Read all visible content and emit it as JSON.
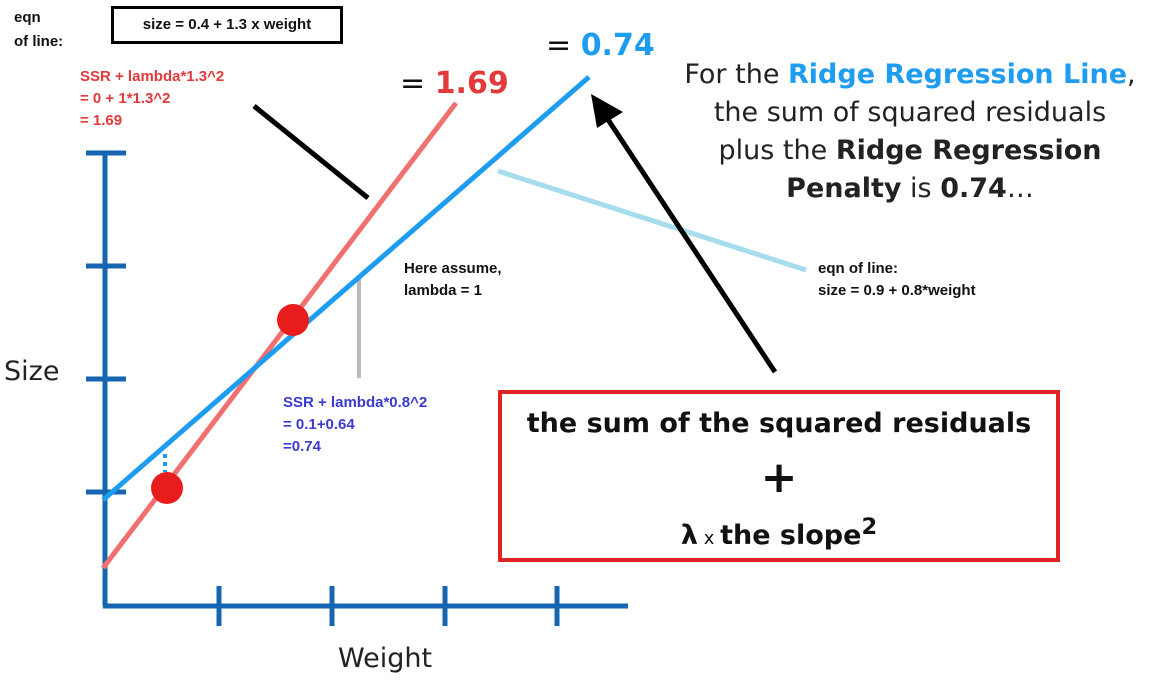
{
  "colors": {
    "axis": "#1565b0",
    "red_line": "#f07070",
    "blue_line": "#1e9cf0",
    "point": "#e81c1c",
    "light_blue": "#a6dcec",
    "black": "#000000",
    "gray": "#bbbbbb",
    "box_red": "#e02424"
  },
  "labels": {
    "eqn_top_left": "eqn\nof line:",
    "red_line_eqn": "size = 0.4 + 1.3 x weight",
    "red_ssr": "SSR + lambda*1.3^2\n= 0 + 1*1.3^2\n= 1.69",
    "red_value_prefix": "= ",
    "red_value": "1.69",
    "blue_value_prefix": "= ",
    "blue_value": "0.74",
    "assume": "Here assume,\nlambda = 1",
    "blue_ssr": "SSR + lambda*0.8^2\n= 0.1+0.64\n=0.74",
    "blue_line_eqn": "eqn of line:\nsize = 0.9 + 0.8*weight",
    "y_axis": "Size",
    "x_axis": "Weight"
  },
  "caption": {
    "part1": "For the ",
    "part2": "Ridge Regression Line",
    "part3": ",\nthe sum of squared residuals\nplus the ",
    "part4": "Ridge Regression\nPenalty",
    "part5": " is ",
    "part6": "0.74",
    "part7": "…"
  },
  "formula": {
    "line1": "the sum of the squared residuals",
    "plus": "+",
    "lambda": "λ",
    "times": " x ",
    "line3_rest": "the slope",
    "superscript": "2"
  }
}
